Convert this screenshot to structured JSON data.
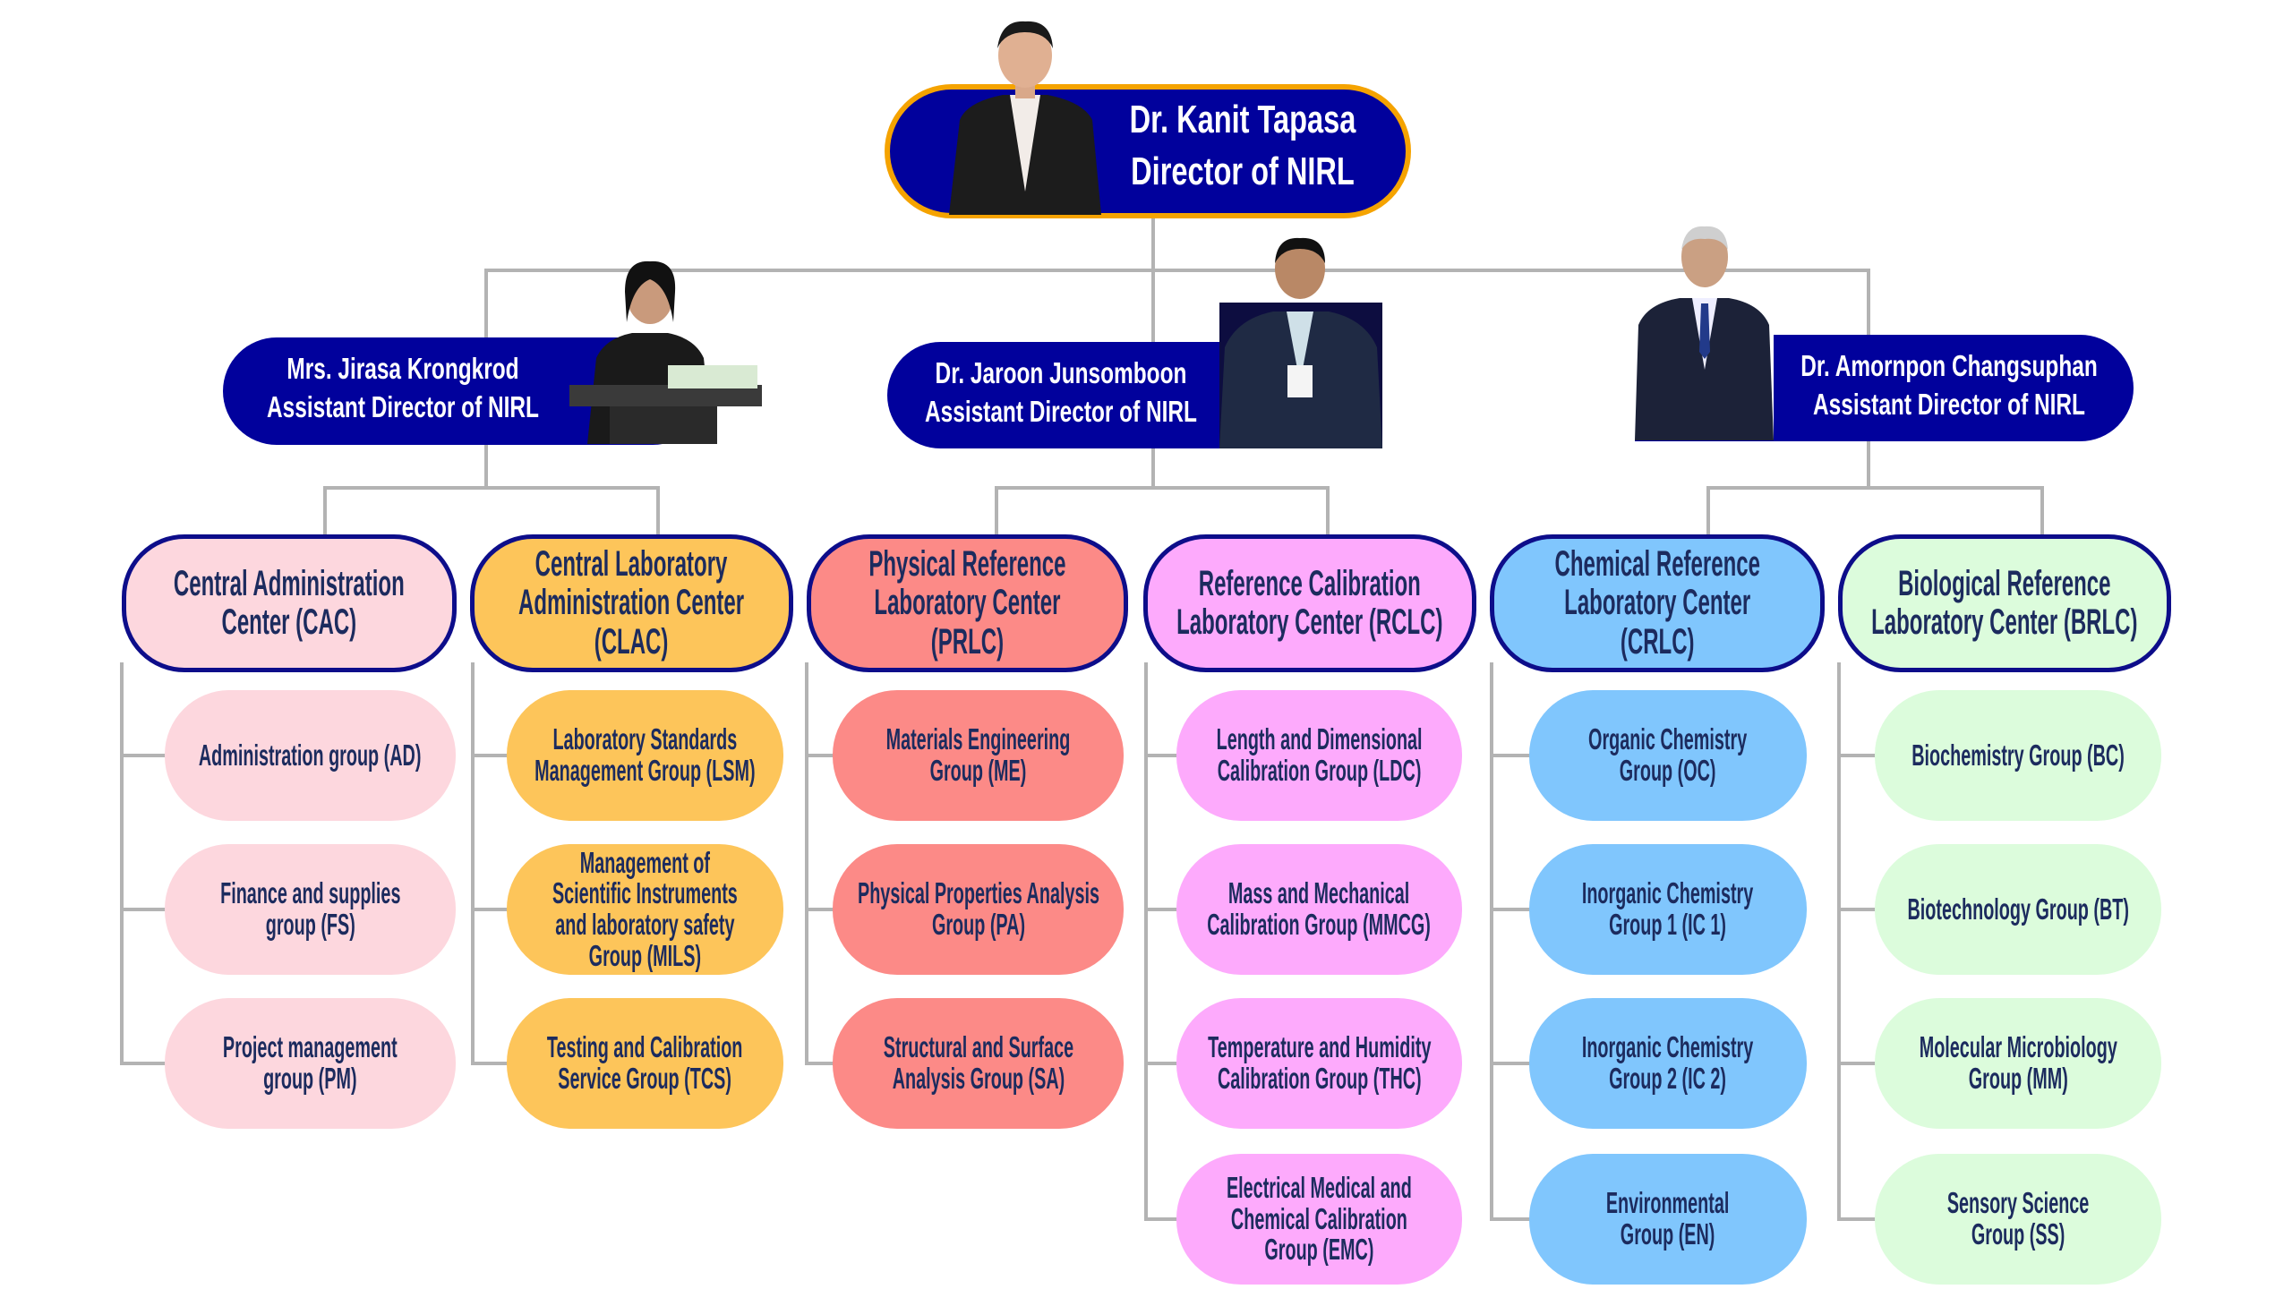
{
  "director": {
    "name": "Dr. Kanit Tapasa",
    "title": "Director of NIRL"
  },
  "assistants": [
    {
      "name": "Mrs. Jirasa Krongkrod",
      "title": "Assistant Director of NIRL"
    },
    {
      "name": "Dr. Jaroon Junsomboon",
      "title": "Assistant Director of NIRL"
    },
    {
      "name": "Dr. Amornpon Changsuphan",
      "title": "Assistant Director of NIRL"
    }
  ],
  "colors": {
    "header_fill": "#01019c",
    "director_border": "#f5a300",
    "center_border": "#0d0d8a",
    "text": "#1c2b5e",
    "connector": "#b3b3b3"
  },
  "centers": [
    {
      "label": "Central Administration\nCenter (CAC)",
      "color": "#fdd7de",
      "groups": [
        "Administration group (AD)",
        "Finance and supplies\ngroup (FS)",
        "Project management\ngroup (PM)"
      ]
    },
    {
      "label": "Central Laboratory\nAdministration Center\n(CLAC)",
      "color": "#fdc55a",
      "groups": [
        "Laboratory Standards\nManagement Group (LSM)",
        "Management of\nScientific Instruments\nand laboratory safety\nGroup (MILS)",
        "Testing and Calibration\nService Group (TCS)"
      ]
    },
    {
      "label": "Physical Reference\nLaboratory Center\n(PRLC)",
      "color": "#fc8a87",
      "groups": [
        "Materials Engineering\nGroup (ME)",
        "Physical Properties Analysis\nGroup (PA)",
        "Structural and Surface\nAnalysis Group (SA)"
      ]
    },
    {
      "label": "Reference Calibration\nLaboratory Center (RCLC)",
      "color": "#fdaafc",
      "groups": [
        "Length and Dimensional\nCalibration Group (LDC)",
        "Mass and Mechanical\nCalibration Group (MMCG)",
        "Temperature and Humidity\nCalibration Group (THC)",
        "Electrical Medical and\nChemical Calibration\nGroup (EMC)"
      ]
    },
    {
      "label": "Chemical Reference\nLaboratory Center\n(CRLC)",
      "color": "#80c6fd",
      "groups": [
        "Organic Chemistry\nGroup (OC)",
        "Inorganic Chemistry\nGroup 1 (IC 1)",
        "Inorganic Chemistry\nGroup 2 (IC 2)",
        "Environmental\nGroup (EN)"
      ]
    },
    {
      "label": "Biological Reference\nLaboratory Center (BRLC)",
      "color": "#dcfcdc",
      "groups": [
        "Biochemistry Group (BC)",
        "Biotechnology Group (BT)",
        "Molecular Microbiology\nGroup (MM)",
        "Sensory Science\nGroup (SS)"
      ]
    }
  ]
}
